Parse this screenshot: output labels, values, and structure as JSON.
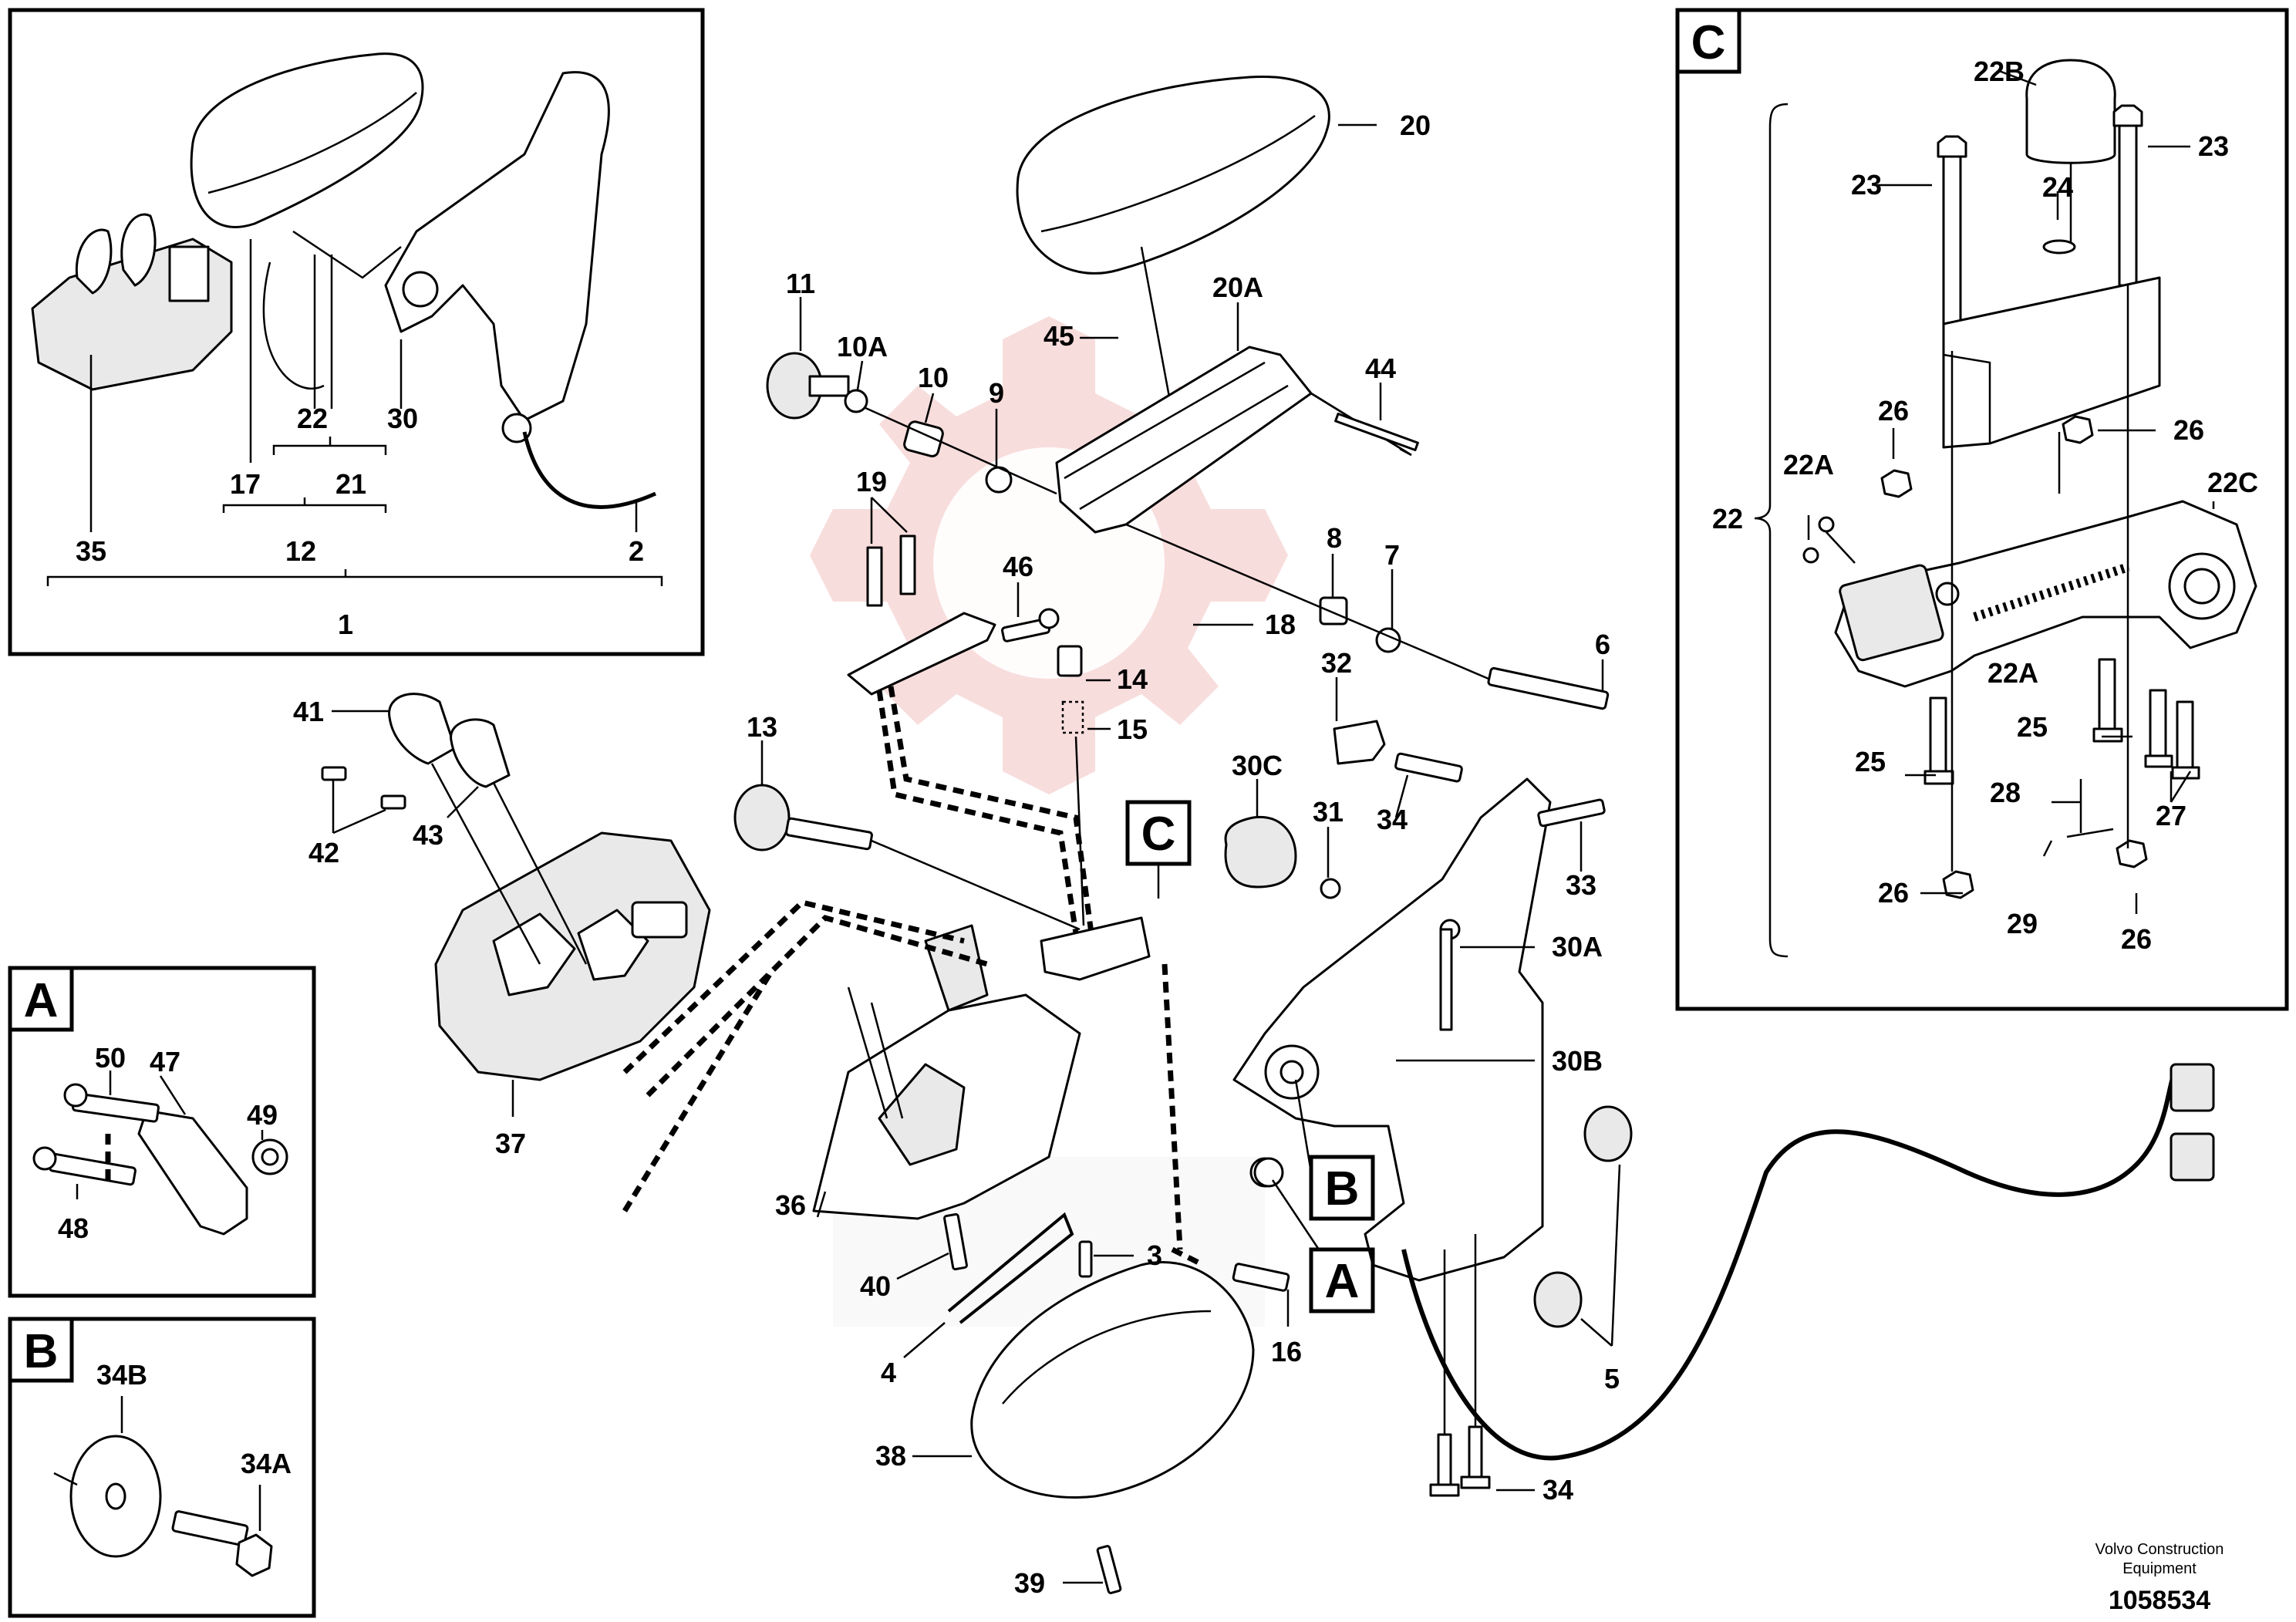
{
  "diagram": {
    "document_number": "1058534",
    "publisher_lines": [
      "Volvo Construction",
      "Equipment"
    ],
    "callouts": {
      "n1": "1",
      "n2": "2",
      "n3": "3",
      "n4": "4",
      "n5": "5",
      "n6": "6",
      "n7": "7",
      "n8": "8",
      "n9": "9",
      "n10": "10",
      "n10A": "10A",
      "n11": "11",
      "n12": "12",
      "n13": "13",
      "n14": "14",
      "n15": "15",
      "n16": "16",
      "n17": "17",
      "n18": "18",
      "n19": "19",
      "n20": "20",
      "n20A": "20A",
      "n21": "21",
      "n22": "22",
      "n23": "23",
      "n24": "24",
      "n25": "25",
      "n26": "26",
      "n27": "27",
      "n28": "28",
      "n29": "29",
      "n30": "30",
      "n30A": "30A",
      "n30B": "30B",
      "n30C": "30C",
      "n31": "31",
      "n33": "33",
      "n34": "34",
      "n34A": "34A",
      "n34B": "34B",
      "n35": "35",
      "n36": "36",
      "n37": "37",
      "n38": "38",
      "n39": "39",
      "n40": "40",
      "n41": "41",
      "n42": "42",
      "n43": "43",
      "n44": "44",
      "n45": "45",
      "n46": "46",
      "n47": "47",
      "n48": "48",
      "n49": "49",
      "n50": "50",
      "n22A": "22A",
      "n22B": "22B",
      "n22C": "22C",
      "n32": "32"
    },
    "detail_tags": {
      "A": "A",
      "B": "B",
      "C": "C"
    }
  }
}
